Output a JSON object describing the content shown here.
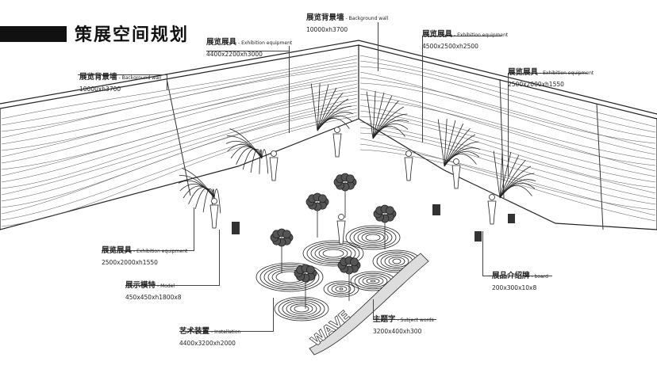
{
  "title": "策展空间规划",
  "callouts": [
    {
      "zh": "展览背景墙",
      "en": "- Background wall",
      "dim": "10000xh3700"
    },
    {
      "zh": "展览展具",
      "en": "- Exhibition equipment",
      "dim": "4400x2200xh3000"
    },
    {
      "zh": "展览背景墙",
      "en": "- Background wall",
      "dim": "10000xh3700"
    },
    {
      "zh": "展览展具",
      "en": "- Exhibition equipment",
      "dim": "4500x2500xh2500"
    },
    {
      "zh": "展览展具",
      "en": "- Exhibition equipment",
      "dim": "2500x2000xh1550"
    },
    {
      "zh": "展览展具",
      "en": "- Exhibition equipment",
      "dim": "2500x2000xh1550"
    },
    {
      "zh": "展示模特",
      "en": "- Model",
      "dim": "450x450xh1800x8"
    },
    {
      "zh": "艺术装置",
      "en": "- Installation",
      "dim": "4400x3200xh2000"
    },
    {
      "zh": "主题字",
      "en": "- Subject words",
      "dim": "3200x400xh300"
    },
    {
      "zh": "展品介绍牌",
      "en": "- board",
      "dim": "200x300x10x8"
    }
  ],
  "colors": {
    "ink": "#111111",
    "line": "#444444",
    "background": "#ffffff"
  }
}
